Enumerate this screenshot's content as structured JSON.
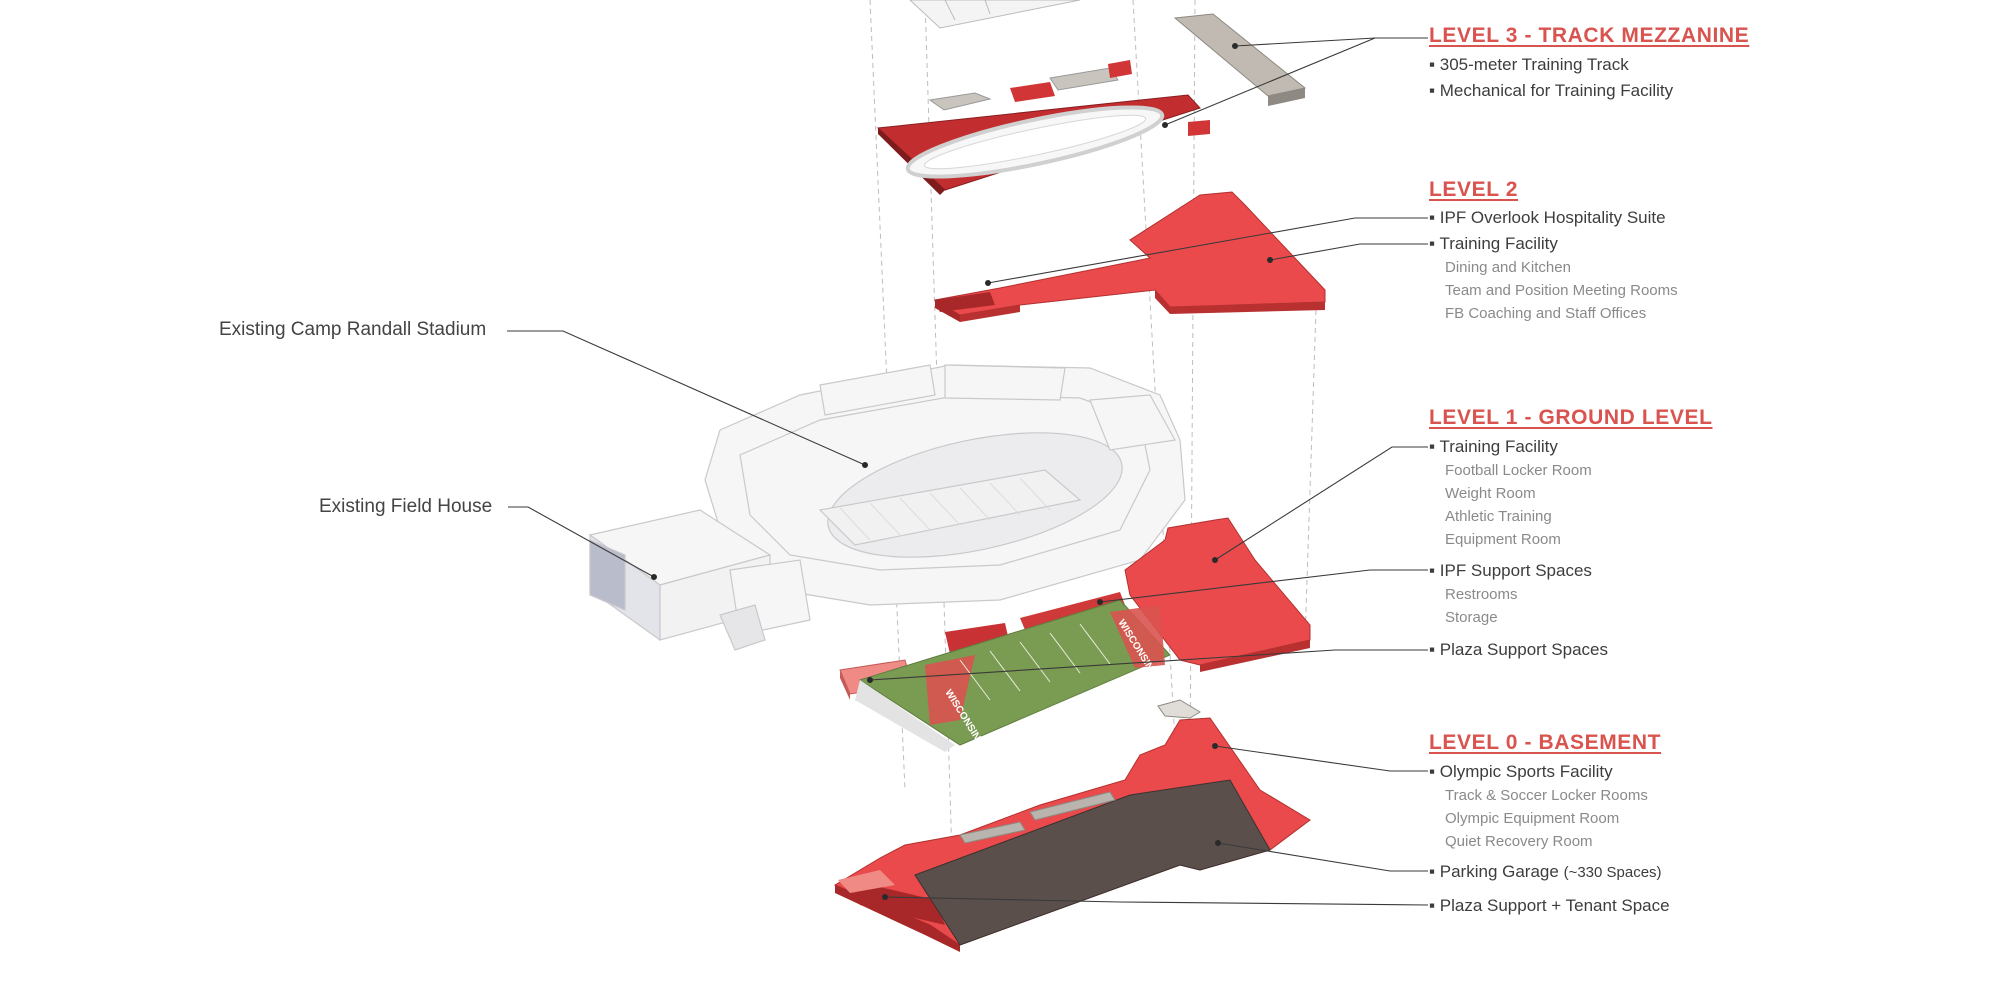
{
  "callouts": {
    "stadium": "Existing Camp Randall Stadium",
    "field_house": "Existing Field House"
  },
  "levels": [
    {
      "heading": "LEVEL 3 - TRACK MEZZANINE",
      "items": [
        {
          "text": "305-meter Training Track",
          "subs": []
        },
        {
          "text": "Mechanical for Training Facility",
          "subs": []
        }
      ]
    },
    {
      "heading": "LEVEL 2",
      "items": [
        {
          "text": "IPF Overlook Hospitality Suite",
          "subs": []
        },
        {
          "text": "Training Facility",
          "subs": [
            "Dining and Kitchen",
            "Team and Position Meeting Rooms",
            "FB Coaching and Staff Offices"
          ]
        }
      ]
    },
    {
      "heading": "LEVEL 1 - GROUND LEVEL",
      "items": [
        {
          "text": "Training Facility",
          "subs": [
            "Football Locker Room",
            "Weight Room",
            "Athletic Training",
            "Equipment Room"
          ]
        },
        {
          "text": "IPF Support Spaces",
          "subs": [
            "Restrooms",
            "Storage"
          ]
        },
        {
          "text": "Plaza Support Spaces",
          "subs": []
        }
      ]
    },
    {
      "heading": "LEVEL 0 - BASEMENT",
      "items": [
        {
          "text": "Olympic Sports Facility",
          "subs": [
            "Track & Soccer Locker Rooms",
            "Olympic Equipment Room",
            "Quiet Recovery Room"
          ]
        },
        {
          "text": "Parking Garage",
          "note": "(~330 Spaces)",
          "subs": []
        },
        {
          "text": "Plaza Support + Tenant Space",
          "subs": []
        }
      ]
    }
  ],
  "field_text": "WISCONSIN",
  "bullet": "▪",
  "colors": {
    "accent": "#d9534f",
    "red_fill": "#e8484a",
    "red_dark": "#a8282a",
    "salmon": "#ef8a85",
    "grey_block": "#b9b4ae",
    "garage": "#5a4f4b",
    "field": "#7a9b52",
    "stadium_line": "#c9c9cc"
  }
}
